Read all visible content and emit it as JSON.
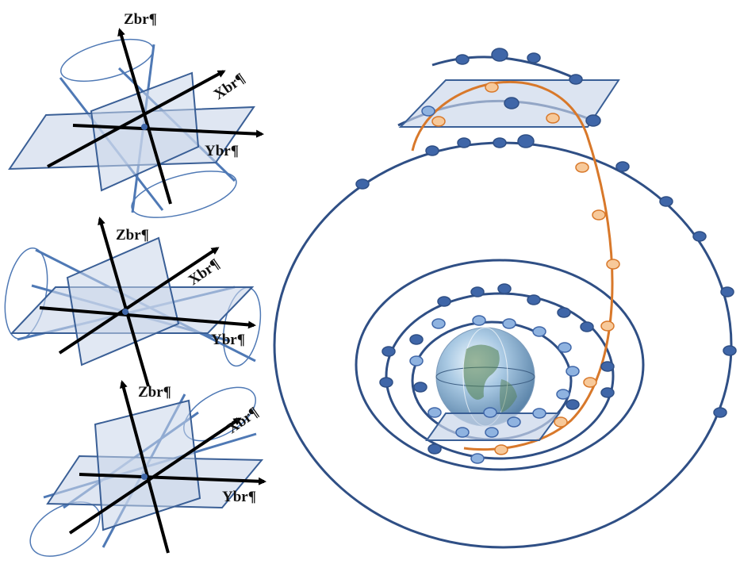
{
  "frames": [
    {
      "z_label": "Zbr¶",
      "x_label": "Xbr¶",
      "y_label": "Ybr¶"
    },
    {
      "z_label": "Zbr¶",
      "x_label": "Xbr¶",
      "y_label": "Ybr¶"
    },
    {
      "z_label": "Zbr¶",
      "x_label": "Xbr¶",
      "y_label": "Ybr¶"
    }
  ],
  "colors": {
    "orbit": "#2f4f85",
    "node": "#3f66a8",
    "node_light": "#8fb3e0",
    "transfer": "#d8782a",
    "transfer_fill": "#f7c99a",
    "plane_fill": "#c9d6ea",
    "plane_stroke": "#3a5f96",
    "axis": "#000000"
  }
}
